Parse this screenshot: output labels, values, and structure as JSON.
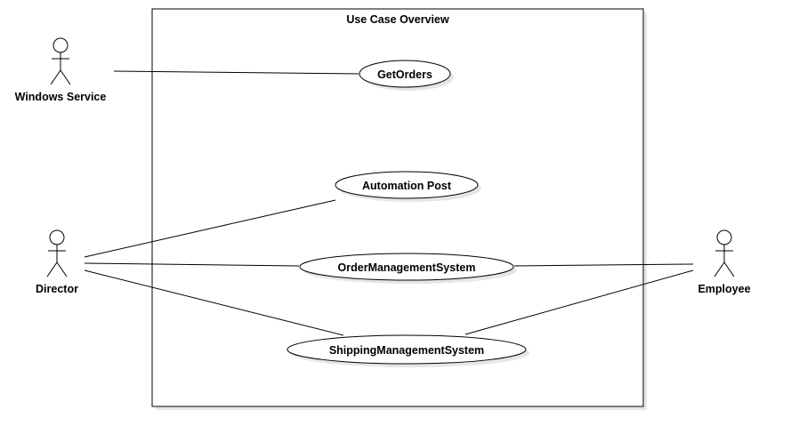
{
  "diagram": {
    "boundary_title": "Use Case Overview",
    "actors": {
      "windows_service": "Windows Service",
      "director": "Director",
      "employee": "Employee"
    },
    "use_cases": {
      "get_orders": "GetOrders",
      "automation_post": "Automation Post",
      "order_management": "OrderManagementSystem",
      "shipping_management": "ShippingManagementSystem"
    }
  }
}
